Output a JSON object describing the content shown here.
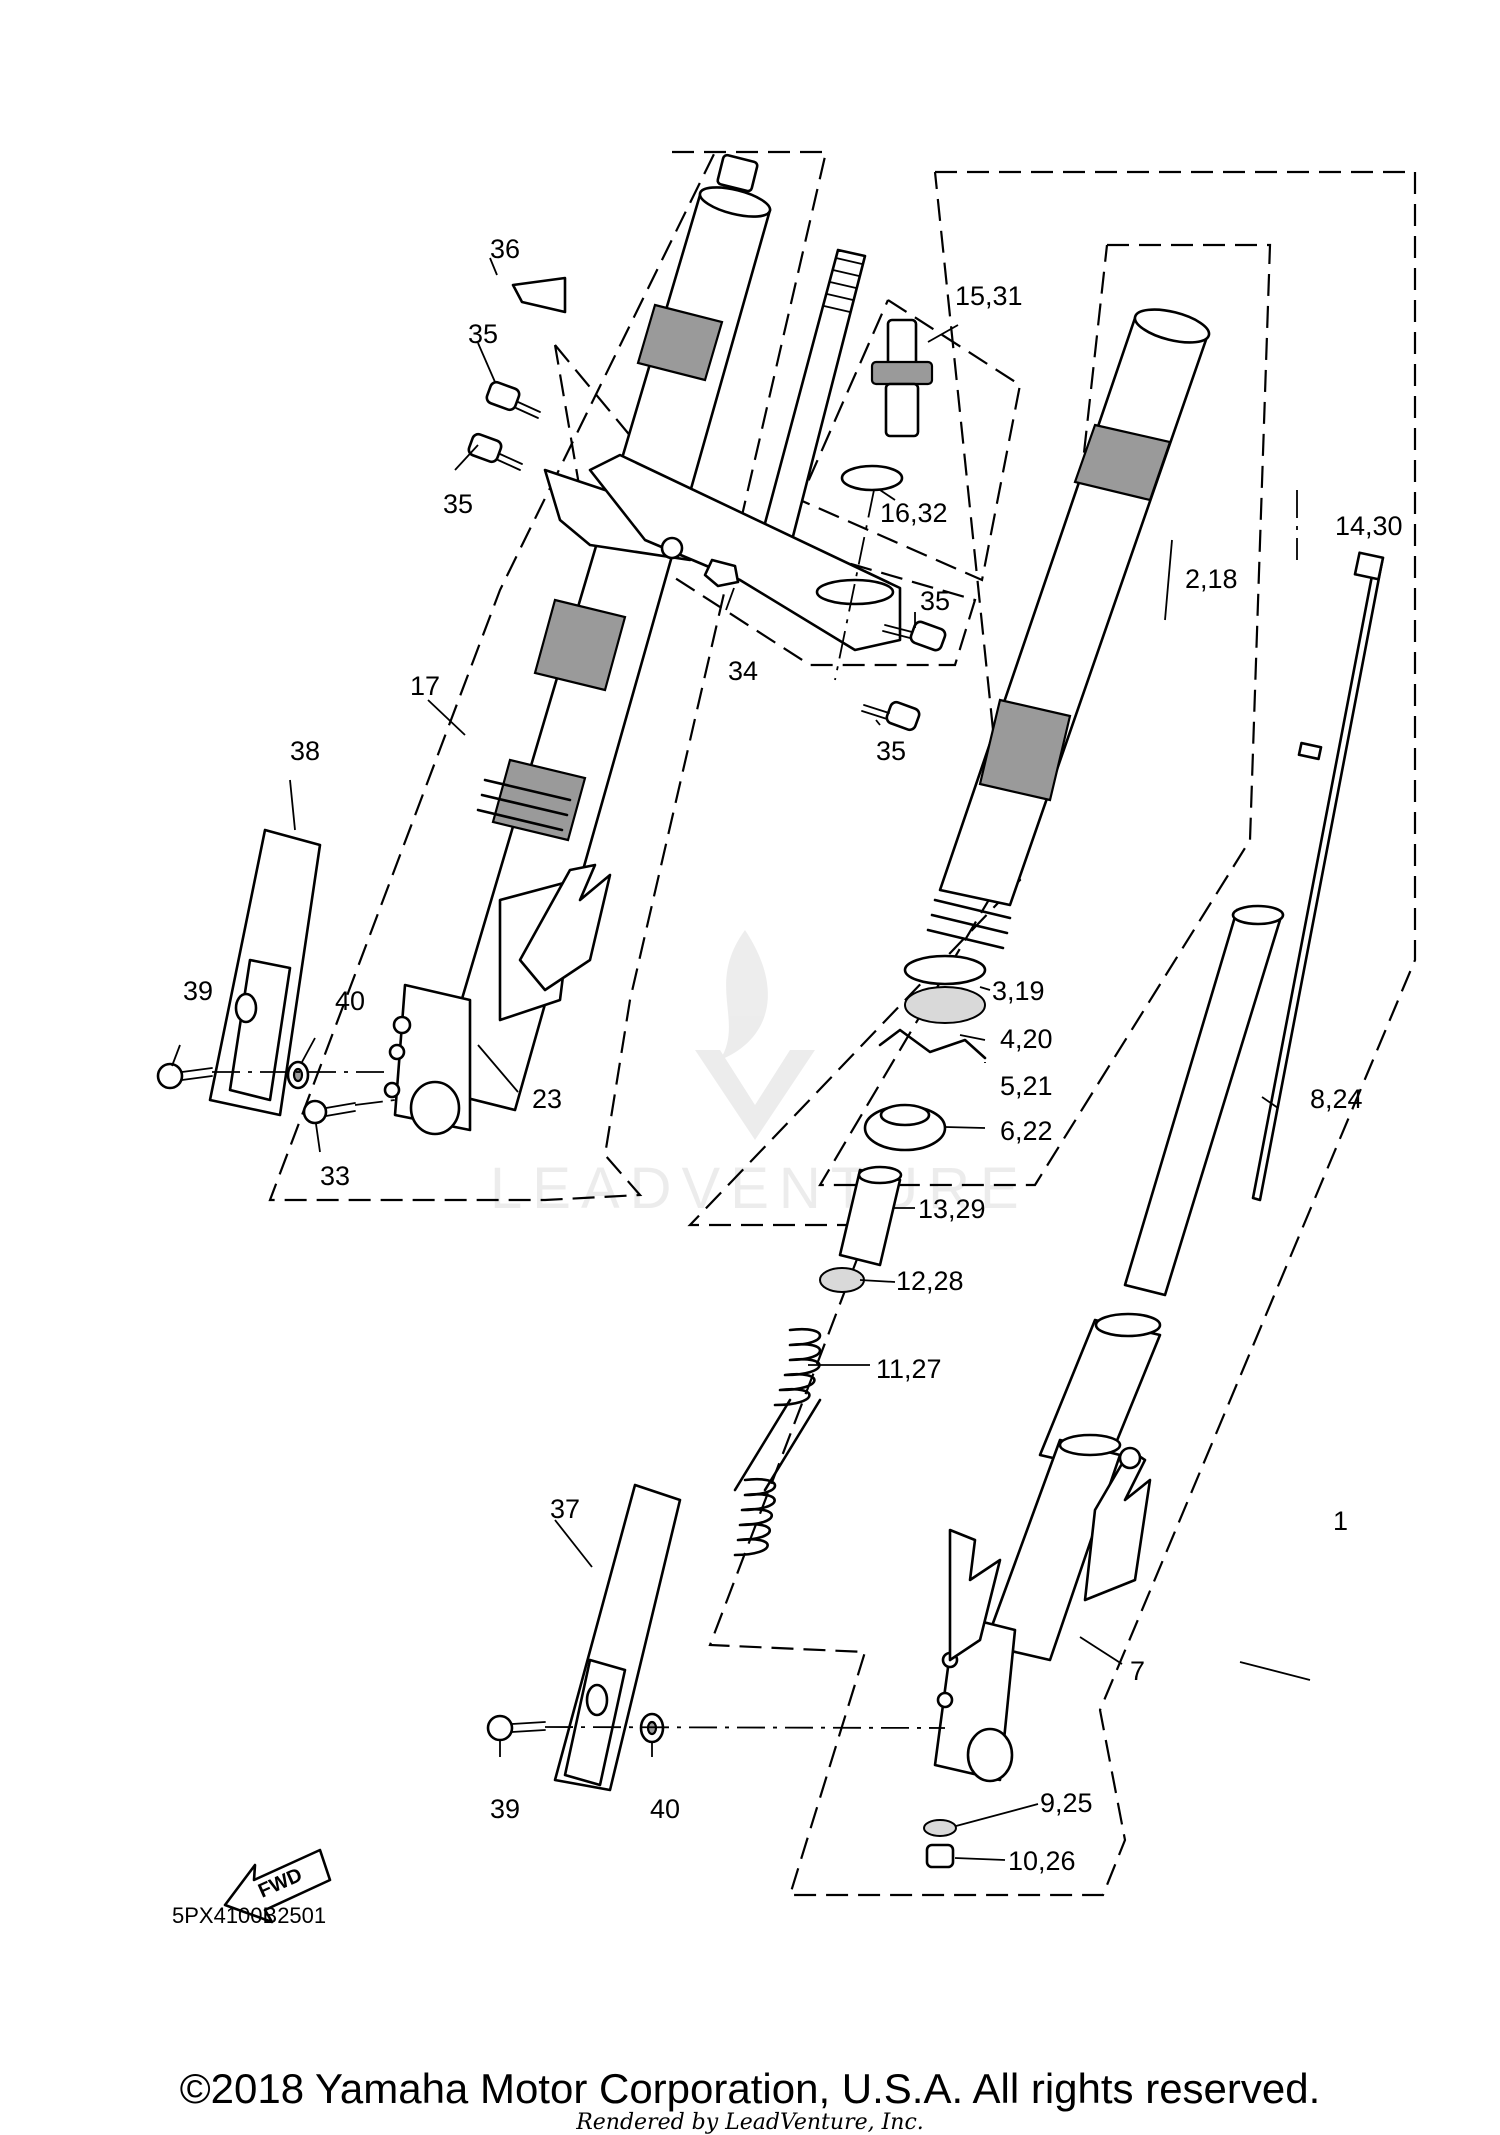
{
  "diagram": {
    "part_labels": [
      {
        "id": "p36",
        "text": "36"
      },
      {
        "id": "p35a",
        "text": "35"
      },
      {
        "id": "p35b",
        "text": "35"
      },
      {
        "id": "p35c",
        "text": "35"
      },
      {
        "id": "p35d",
        "text": "35"
      },
      {
        "id": "p15_31",
        "text": "15,31"
      },
      {
        "id": "p16_32",
        "text": "16,32"
      },
      {
        "id": "p14_30",
        "text": "14,30"
      },
      {
        "id": "p2_18",
        "text": "2,18"
      },
      {
        "id": "p34",
        "text": "34"
      },
      {
        "id": "p17",
        "text": "17"
      },
      {
        "id": "p38",
        "text": "38"
      },
      {
        "id": "p39a",
        "text": "39"
      },
      {
        "id": "p40a",
        "text": "40"
      },
      {
        "id": "p33",
        "text": "33"
      },
      {
        "id": "p23",
        "text": "23"
      },
      {
        "id": "p3_19",
        "text": "3,19"
      },
      {
        "id": "p4_20",
        "text": "4,20"
      },
      {
        "id": "p5_21",
        "text": "5,21"
      },
      {
        "id": "p6_22",
        "text": "6,22"
      },
      {
        "id": "p8_24",
        "text": "8,24"
      },
      {
        "id": "p13_29",
        "text": "13,29"
      },
      {
        "id": "p12_28",
        "text": "12,28"
      },
      {
        "id": "p11_27",
        "text": "11,27"
      },
      {
        "id": "p37",
        "text": "37"
      },
      {
        "id": "p1",
        "text": "1"
      },
      {
        "id": "p7",
        "text": "7"
      },
      {
        "id": "p39b",
        "text": "39"
      },
      {
        "id": "p40b",
        "text": "40"
      },
      {
        "id": "p9_25",
        "text": "9,25"
      },
      {
        "id": "p10_26",
        "text": "10,26"
      }
    ],
    "fwd_label": "FWD",
    "diagram_code": "5PX4100B2501",
    "watermark": "LEADVENTURE",
    "copyright": "©2018 Yamaha Motor Corporation, U.S.A. All rights reserved.",
    "rendered_by": "Rendered by LeadVenture, Inc."
  }
}
